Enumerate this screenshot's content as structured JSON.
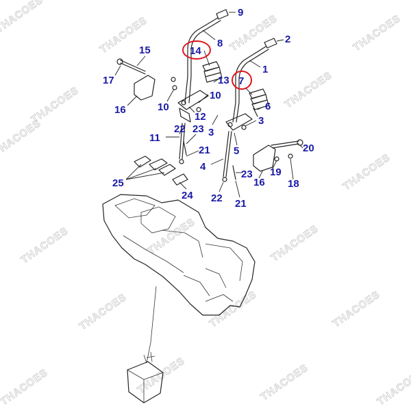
{
  "watermark": "THACOES",
  "labels": [
    {
      "id": "9",
      "text": "9"
    },
    {
      "id": "8",
      "text": "8"
    },
    {
      "id": "2",
      "text": "2"
    },
    {
      "id": "14",
      "text": "14"
    },
    {
      "id": "1",
      "text": "1"
    },
    {
      "id": "15",
      "text": "15"
    },
    {
      "id": "13",
      "text": "13"
    },
    {
      "id": "7",
      "text": "7"
    },
    {
      "id": "17",
      "text": "17"
    },
    {
      "id": "10a",
      "text": "10"
    },
    {
      "id": "10b",
      "text": "10"
    },
    {
      "id": "16a",
      "text": "16"
    },
    {
      "id": "12",
      "text": "12"
    },
    {
      "id": "6",
      "text": "6"
    },
    {
      "id": "3a",
      "text": "3"
    },
    {
      "id": "3b",
      "text": "3"
    },
    {
      "id": "22a",
      "text": "22"
    },
    {
      "id": "23a",
      "text": "23"
    },
    {
      "id": "11",
      "text": "11"
    },
    {
      "id": "5",
      "text": "5"
    },
    {
      "id": "20",
      "text": "20"
    },
    {
      "id": "21a",
      "text": "21"
    },
    {
      "id": "4",
      "text": "4"
    },
    {
      "id": "19",
      "text": "19"
    },
    {
      "id": "23b",
      "text": "23"
    },
    {
      "id": "16b",
      "text": "16"
    },
    {
      "id": "18",
      "text": "18"
    },
    {
      "id": "25",
      "text": "25"
    },
    {
      "id": "24",
      "text": "24"
    },
    {
      "id": "22b",
      "text": "22"
    },
    {
      "id": "21b",
      "text": "21"
    }
  ],
  "highlighted": [
    "14",
    "7"
  ],
  "colors": {
    "label": "#1a1aa6",
    "highlight": "#e0141e",
    "line": "#222222",
    "watermark": "#c9c9c9"
  }
}
